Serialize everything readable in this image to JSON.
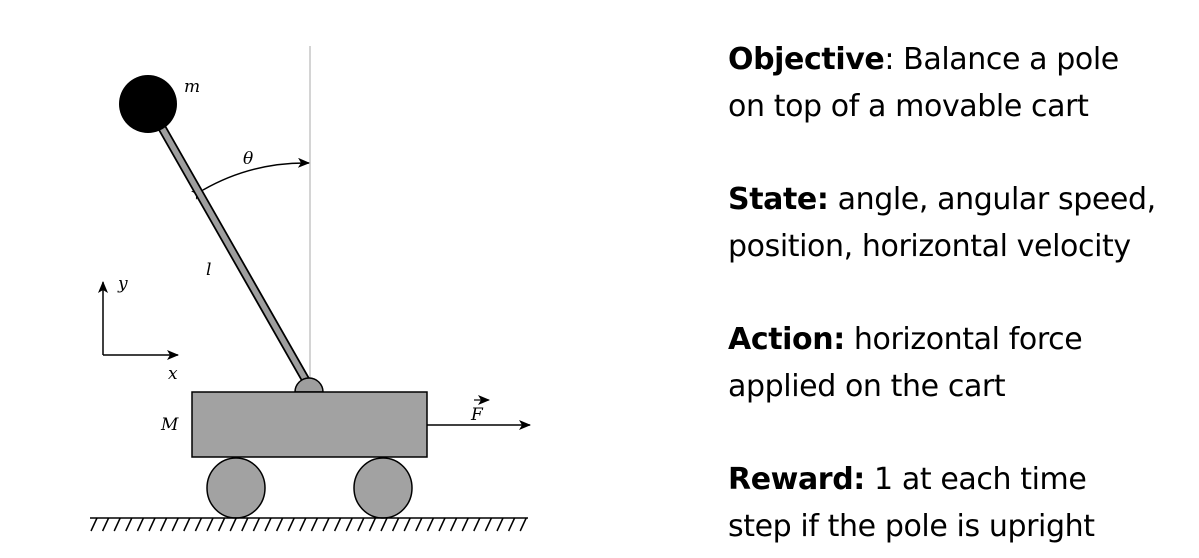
{
  "diagram": {
    "labels": {
      "mass": "m",
      "angle": "θ",
      "length": "l",
      "y_axis": "y",
      "x_axis": "x",
      "cart_mass": "M",
      "force": "F"
    }
  },
  "panel": {
    "objective": {
      "heading": "Objective",
      "sep": ": ",
      "line1": "Balance a pole",
      "line2": "on top of a movable cart"
    },
    "state": {
      "heading": "State:",
      "line1": " angle, angular speed,",
      "line2": "position, horizontal velocity"
    },
    "action": {
      "heading": "Action:",
      "line1": " horizontal force",
      "line2": "applied on the cart"
    },
    "reward": {
      "heading": "Reward:",
      "line1": " 1 at each time",
      "line2": "step if the pole is upright"
    }
  }
}
